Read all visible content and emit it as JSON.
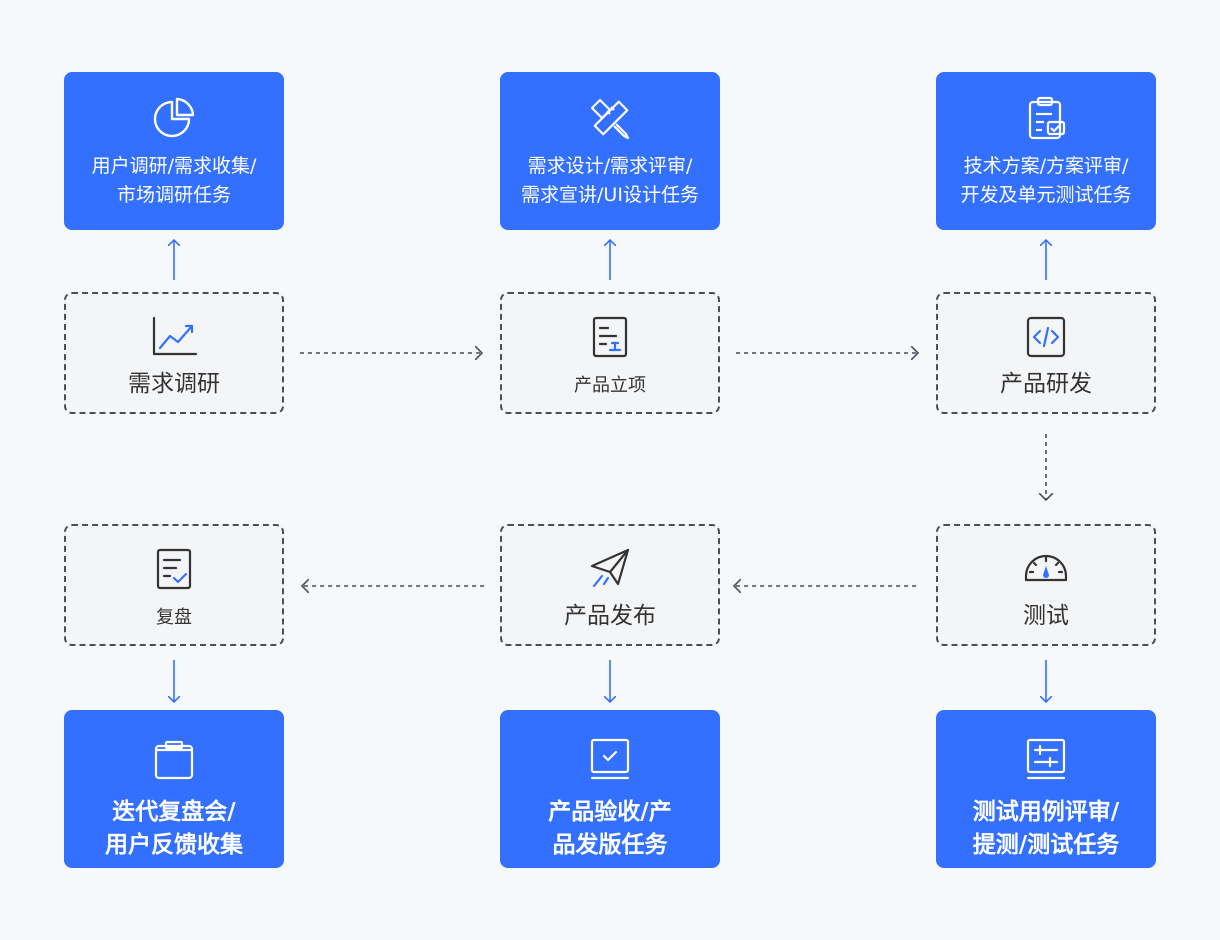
{
  "colors": {
    "background": "#f7f8fa",
    "accent": "#3370ff",
    "stage_fill": "#f4f5f7",
    "stage_border": "#4a4e57"
  },
  "stages": [
    {
      "id": "research",
      "label": "需求调研",
      "icon": "trend-chart-icon"
    },
    {
      "id": "approval",
      "label": "产品立项",
      "icon": "document-edit-icon"
    },
    {
      "id": "development",
      "label": "产品研发",
      "icon": "code-icon"
    },
    {
      "id": "testing",
      "label": "测试",
      "icon": "gauge-icon"
    },
    {
      "id": "release",
      "label": "产品发布",
      "icon": "paper-plane-icon"
    },
    {
      "id": "retro",
      "label": "复盘",
      "icon": "checklist-icon"
    }
  ],
  "tasks": [
    {
      "id": "research_tasks",
      "label": "用户调研/需求收集/\n市场调研任务",
      "icon": "pie-chart-icon"
    },
    {
      "id": "approval_tasks",
      "label": "需求设计/需求评审/\n需求宣讲/UI设计任务",
      "icon": "ruler-pencil-icon"
    },
    {
      "id": "development_tasks",
      "label": "技术方案/方案评审/\n开发及单元测试任务",
      "icon": "clipboard-check-icon"
    },
    {
      "id": "retro_tasks",
      "label": "迭代复盘会/\n用户反馈收集",
      "icon": "folder-box-icon"
    },
    {
      "id": "release_tasks",
      "label": "产品验收/产\n品发版任务",
      "icon": "monitor-check-icon"
    },
    {
      "id": "testing_tasks",
      "label": "测试用例评审/\n提测/测试任务",
      "icon": "settings-panel-icon"
    }
  ]
}
